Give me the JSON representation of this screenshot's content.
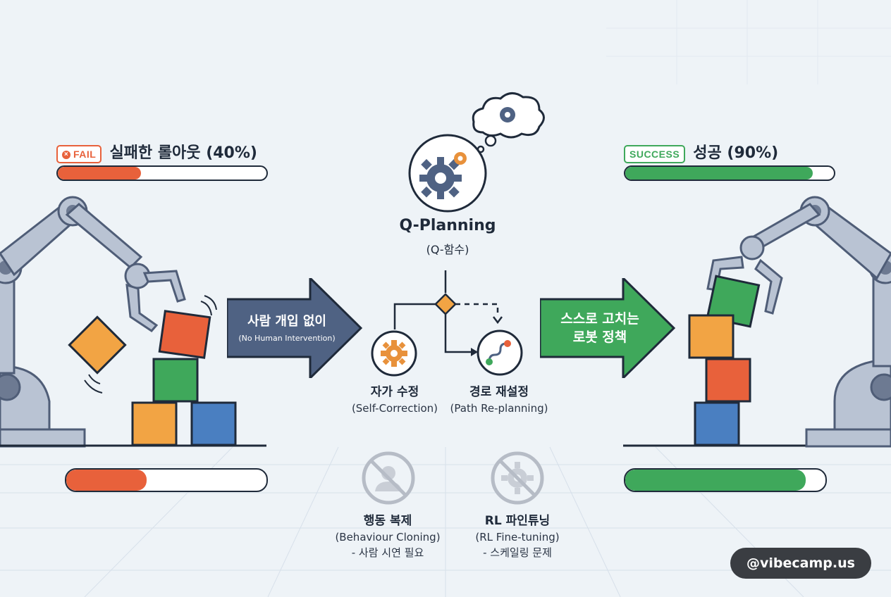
{
  "left": {
    "tag": "FAIL",
    "title": "실패한 롤아웃 (40%)",
    "progress_top": 0.4,
    "progress_bottom": 0.4,
    "color": "#e8613b"
  },
  "right": {
    "tag": "SUCCESS",
    "title": "성공 (90%)",
    "progress_top": 0.9,
    "progress_bottom": 0.9,
    "color": "#3fa85b"
  },
  "arrow_left": {
    "line1": "사람 개입 없이",
    "line2": "(No Human Intervention)",
    "color": "#4f6283"
  },
  "arrow_right": {
    "line1": "스스로 고치는",
    "line2": "로봇 정책",
    "color": "#3fa85b"
  },
  "center": {
    "title": "Q-Planning",
    "subtitle": "(Q-함수)",
    "node_left": {
      "title": "자가 수정",
      "subtitle": "(Self-Correction)"
    },
    "node_right": {
      "title": "경로 재설정",
      "subtitle": "(Path Re-planning)"
    }
  },
  "excluded": [
    {
      "title": "행동 복제",
      "line2": "(Behaviour Cloning)",
      "line3": "- 사람 시연 필요",
      "icon": "no-person-icon"
    },
    {
      "title": "RL 파인튜닝",
      "line2": "(RL Fine-tuning)",
      "line3": "- 스케일링 문제",
      "icon": "no-gear-icon"
    }
  ],
  "badge": "@vibecamp.us",
  "colors": {
    "orange": "#f2a444",
    "red": "#e8613b",
    "green": "#3fa85b",
    "blue": "#4a7fc1",
    "robot": "#b9c3d3",
    "robot_dark": "#4f5d77"
  }
}
